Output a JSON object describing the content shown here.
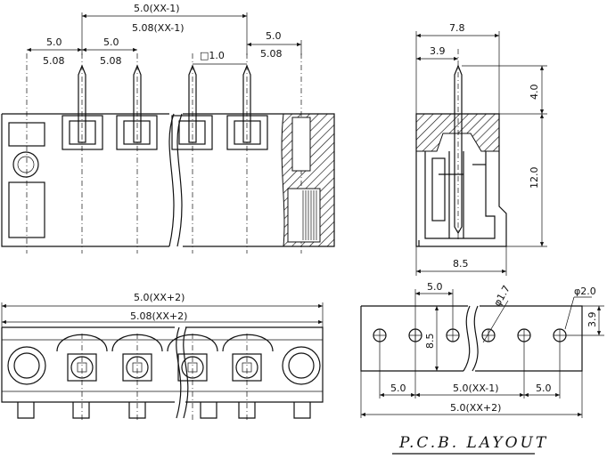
{
  "front_view": {
    "dim_top_1": "5.0(XX-1)",
    "dim_top_2": "5.08(XX-1)",
    "dim_left_1": "5.0",
    "dim_left_2": "5.08",
    "dim_mid_1": "5.0",
    "dim_mid_2": "5.08",
    "pin_square": "□1.0",
    "dim_right_1": "5.0",
    "dim_right_2": "5.08"
  },
  "side_view": {
    "width_total": "7.8",
    "pin_offset": "3.9",
    "pin_height": "4.0",
    "body_height": "12.0",
    "base_width": "8.5"
  },
  "bottom_view": {
    "length_1": "5.0(XX+2)",
    "length_2": "5.08(XX+2)"
  },
  "pcb_layout": {
    "pitch_top": "5.0",
    "hole_small": "φ1.7",
    "hole_large": "φ2.0",
    "offset_v": "8.5",
    "offset_right": "3.9",
    "pitch_left": "5.0",
    "pitch_mid": "5.0(XX-1)",
    "pitch_right": "5.0",
    "total": "5.0(XX+2)",
    "title": "P.C.B. LAYOUT"
  }
}
